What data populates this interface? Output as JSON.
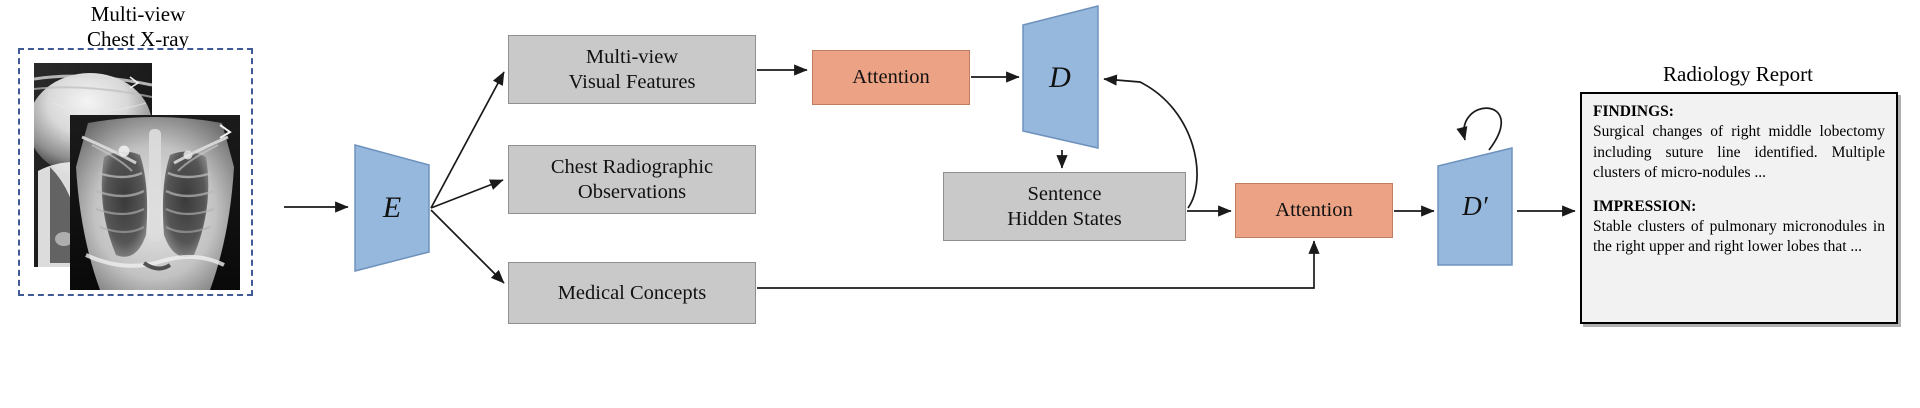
{
  "figure": {
    "xray_title": "Multi-view\nChest X-ray",
    "report_title": "Radiology Report"
  },
  "colors": {
    "gray_box_fill": "#c9c9c9",
    "gray_box_stroke": "#8f8f8f",
    "attention_fill": "#eca385",
    "attention_stroke": "#c27c5f",
    "trapezoid_fill": "#96b8dd",
    "trapezoid_stroke": "#6e92bd",
    "dashed_border": "#3f5a96",
    "report_fill": "#f2f2f2",
    "report_stroke": "#000000",
    "arrow": "#1a1a1a"
  },
  "nodes": {
    "encoder": {
      "label": "E",
      "name": "encoder"
    },
    "decoder": {
      "label": "D",
      "name": "sentence-decoder"
    },
    "word_decoder": {
      "label": "D′",
      "name": "word-decoder"
    },
    "multi_view_visual_features": {
      "label": "Multi-view\nVisual Features"
    },
    "chest_radiographic_observations": {
      "label": "Chest Radiographic\nObservations"
    },
    "medical_concepts": {
      "label": "Medical Concepts"
    },
    "sentence_hidden_states": {
      "label": "Sentence\nHidden States"
    },
    "attention_top": {
      "label": "Attention"
    },
    "attention_bottom": {
      "label": "Attention"
    }
  },
  "report": {
    "findings_heading": "FINDINGS:",
    "findings_text": "Surgical changes of right middle lobectomy including suture line identified. Multiple clusters of micro-nodules ...",
    "impression_heading": "IMPRESSION:",
    "impression_text": "Stable clusters of pulmonary micronodules in the right upper and right lower lobes that ..."
  },
  "icons": {
    "xray_lateral": "chest-xray-lateral-image",
    "xray_frontal": "chest-xray-frontal-image"
  }
}
